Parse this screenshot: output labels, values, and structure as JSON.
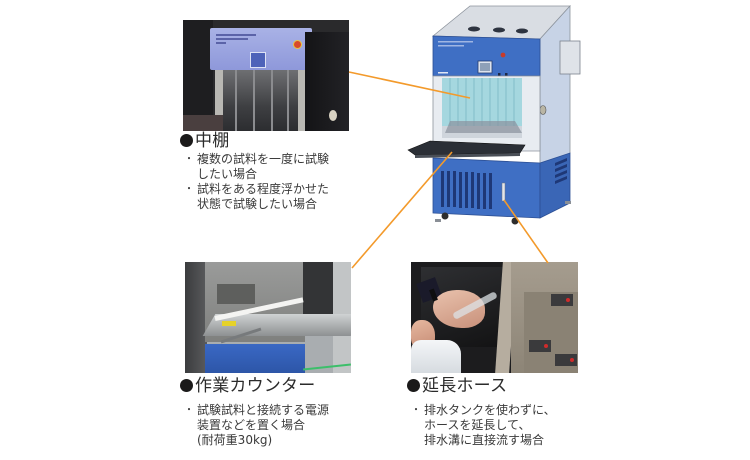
{
  "accent_color": "#F39A2B",
  "machine": {
    "name": "test chamber illustration",
    "body_color": "#C9D6EA",
    "front_color": "#3F6FC4"
  },
  "features": [
    {
      "id": "middle-shelf",
      "title": "中棚",
      "bullets": [
        {
          "lines": [
            "複数の試料を一度に試験",
            "したい場合"
          ]
        },
        {
          "lines": [
            "試料をある程度浮かせた",
            "状態で試験したい場合"
          ]
        }
      ]
    },
    {
      "id": "work-counter",
      "title": "作業カウンター",
      "bullets": [
        {
          "lines": [
            "試験試料と接続する電源",
            "装置などを置く場合",
            "(耐荷重30kg)"
          ]
        }
      ]
    },
    {
      "id": "extension-hose",
      "title": "延長ホース",
      "bullets": [
        {
          "lines": [
            "排水タンクを使わずに、",
            "ホースを延長して、",
            "排水溝に直接流す場合"
          ]
        }
      ]
    }
  ]
}
